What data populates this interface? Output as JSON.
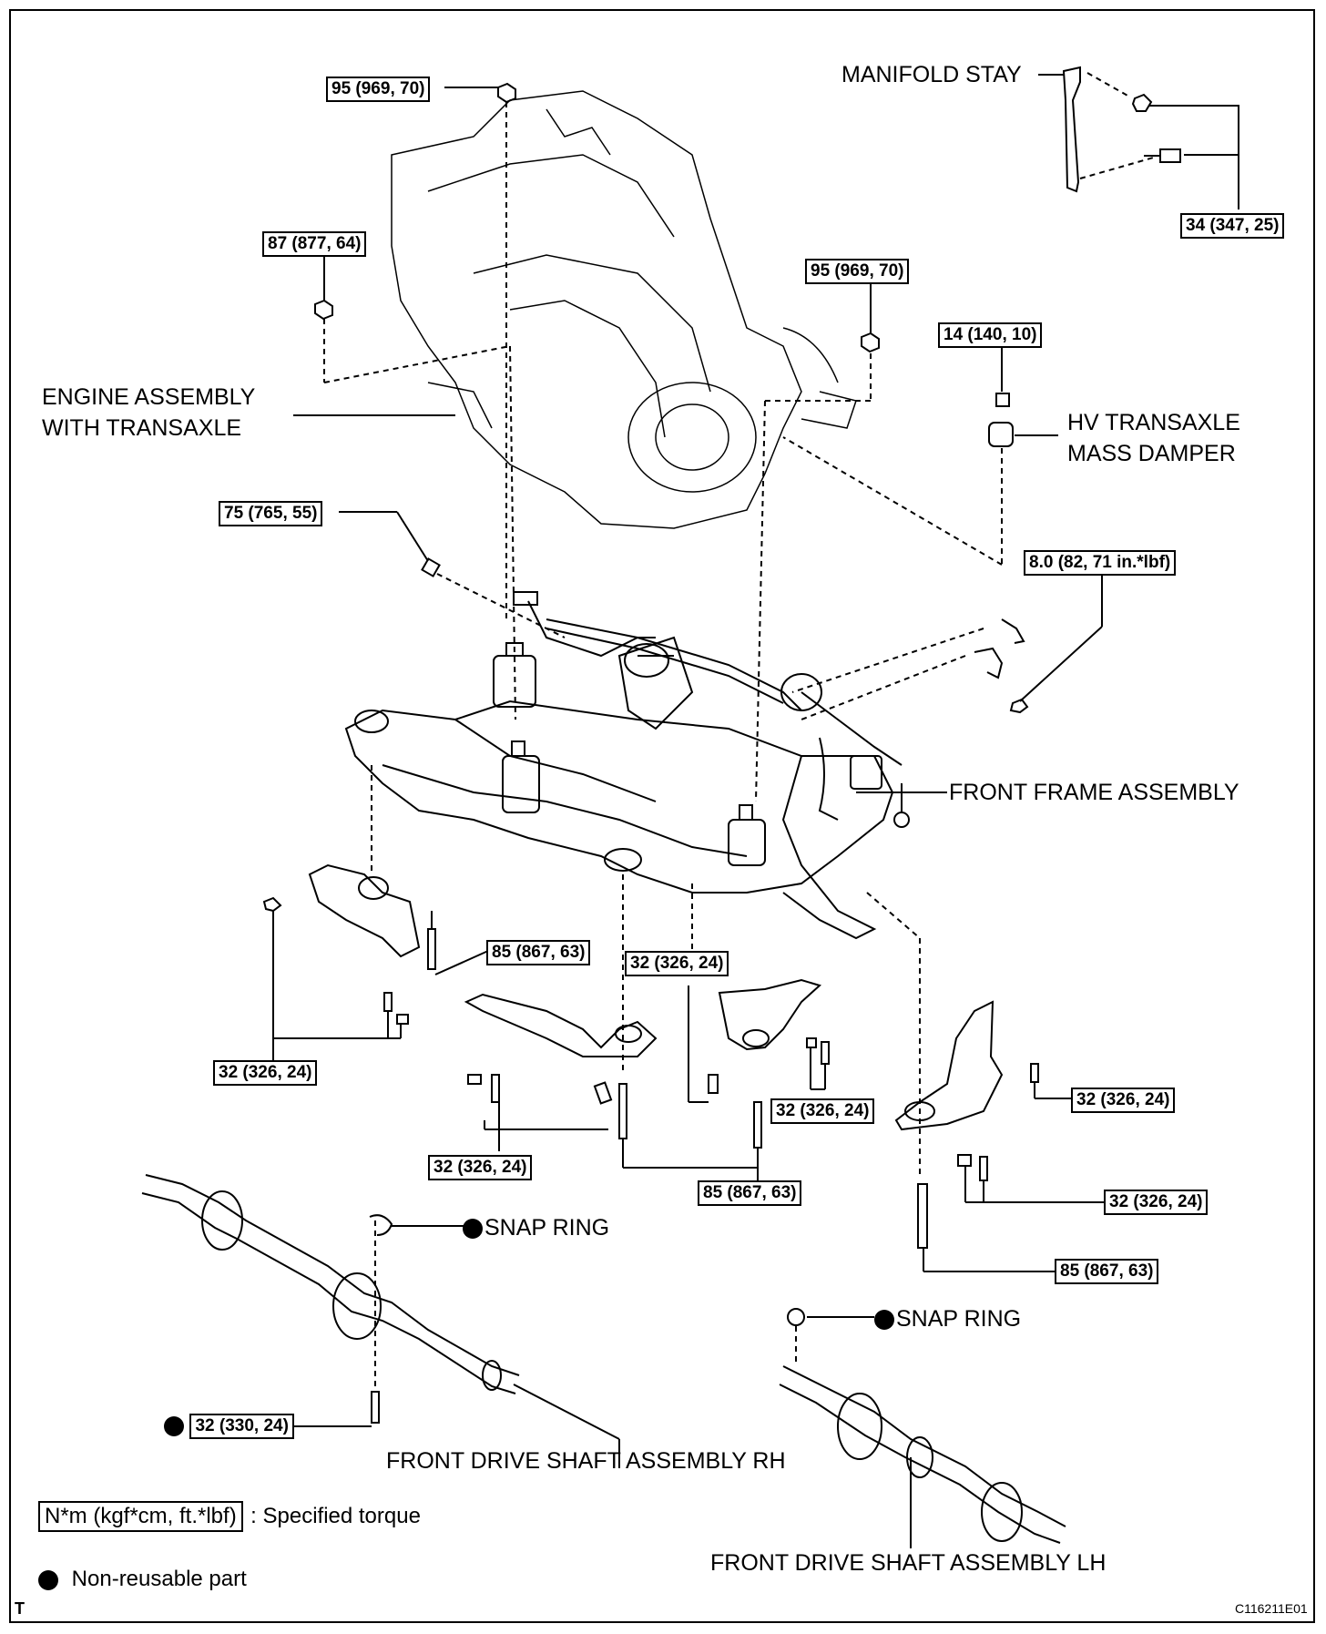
{
  "labels": {
    "manifold_stay": "MANIFOLD STAY",
    "engine_assembly_line1": "ENGINE ASSEMBLY",
    "engine_assembly_line2": "WITH TRANSAXLE",
    "hv_transaxle_line1": "HV TRANSAXLE",
    "hv_transaxle_line2": "MASS DAMPER",
    "front_frame": "FRONT FRAME ASSEMBLY",
    "snap_ring_1": "SNAP RING",
    "snap_ring_2": "SNAP RING",
    "drive_shaft_rh": "FRONT DRIVE SHAFT ASSEMBLY RH",
    "drive_shaft_lh": "FRONT DRIVE SHAFT ASSEMBLY LH"
  },
  "torques": {
    "t1": "95 (969, 70)",
    "t2": "34 (347, 25)",
    "t3": "87 (877, 64)",
    "t4": "95 (969, 70)",
    "t5": "14 (140, 10)",
    "t6": "75 (765, 55)",
    "t7": "8.0 (82, 71 in.*lbf)",
    "t8": "85 (867, 63)",
    "t9": "32 (326, 24)",
    "t10": "32 (326, 24)",
    "t11": "32 (326, 24)",
    "t12": "32 (326, 24)",
    "t13": "32 (326, 24)",
    "t14": "85 (867, 63)",
    "t15": "32 (326, 24)",
    "t16": "85 (867, 63)",
    "t17": "32 (330, 24)"
  },
  "legend": {
    "torque_unit": "N*m (kgf*cm, ft.*lbf)",
    "torque_desc": ": Specified torque",
    "nonreusable": "Non-reusable part"
  },
  "corner": {
    "left": "T",
    "code": "C116211E01"
  }
}
